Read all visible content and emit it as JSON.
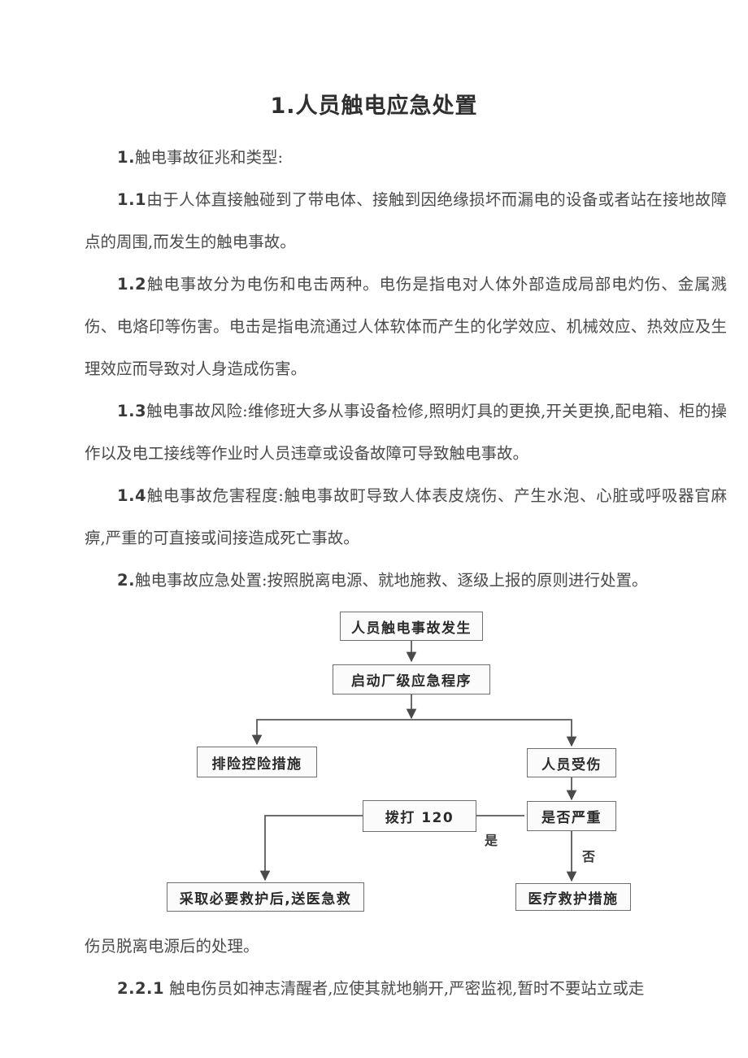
{
  "document": {
    "title_number": "1",
    "title": "1.人员触电应急处置",
    "sections": [
      {
        "id": "sec-1",
        "lead": "1.",
        "text": "触电事故征兆和类型:"
      },
      {
        "id": "sec-1-1",
        "lead": "1.1",
        "text": "由于人体直接触碰到了带电体、接触到因绝缘损坏而漏电的设备或者站在接地故障点的周围,而发生的触电事故。"
      },
      {
        "id": "sec-1-2",
        "lead": "1.2",
        "text": "触电事故分为电伤和电击两种。电伤是指电对人体外部造成局部电灼伤、金属溅伤、电烙印等伤害。电击是指电流通过人体软体而产生的化学效应、机械效应、热效应及生理效应而导致对人身造成伤害。"
      },
      {
        "id": "sec-1-3",
        "lead": "1.3",
        "text": "触电事故风险:维修班大多从事设备检修,照明灯具的更换,开关更换,配电箱、柜的操作以及电工接线等作业时人员违章或设备故障可导致触电事故。"
      },
      {
        "id": "sec-1-4",
        "lead": "1.4",
        "text": "触电事故危害程度:触电事故町导致人体表皮烧伤、产生水泡、心脏或呼吸器官麻痹,严重的可直接或间接造成死亡事故。"
      },
      {
        "id": "sec-2",
        "lead": "2.",
        "text": "触电事故应急处置:按照脱离电源、就地施救、逐级上报的原则进行处置。"
      }
    ],
    "after_flowchart": [
      {
        "id": "caption",
        "lead": "",
        "text": "伤员脱离电源后的处理。"
      },
      {
        "id": "sec-2-2-1",
        "lead": "2.2.1",
        "text": "触电伤员如神志清醒者,应使其就地躺开,严密监视,暂时不要站立或走"
      }
    ]
  },
  "flowchart": {
    "nodes": {
      "start": "人员触电事故发生",
      "plant_procedure": "启动厂级应急程序",
      "risk_control": "排险控险措施",
      "person_injured": "人员受伤",
      "call_120": "拨打 120",
      "is_serious": "是否严重",
      "first_aid_transport": "采取必要救护后,送医急救",
      "medical_aid": "医疗救护措施"
    },
    "edge_labels": {
      "yes": "是",
      "no": "否"
    },
    "colors": {
      "node_border": "#6f6f6f",
      "node_fill": "#fbfbfb",
      "line": "#5a5a5a"
    }
  }
}
